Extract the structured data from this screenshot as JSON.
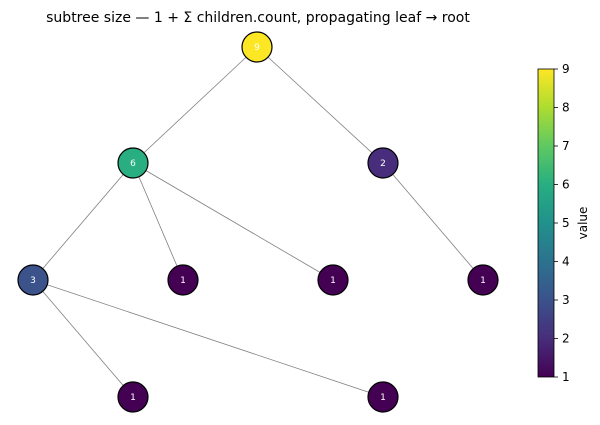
{
  "title": "subtree size — 1 + Σ children.count, propagating leaf → root",
  "colorbar": {
    "label": "value",
    "min": 1,
    "max": 9,
    "ticks": [
      1,
      2,
      3,
      4,
      5,
      6,
      7,
      8,
      9
    ],
    "colormap": "viridis"
  },
  "nodes": [
    {
      "id": "root",
      "value": 9,
      "label": "9"
    },
    {
      "id": "a",
      "value": 6,
      "label": "6"
    },
    {
      "id": "b",
      "value": 2,
      "label": "2"
    },
    {
      "id": "a1",
      "value": 3,
      "label": "3"
    },
    {
      "id": "a2",
      "value": 1,
      "label": "1"
    },
    {
      "id": "a3",
      "value": 1,
      "label": "1"
    },
    {
      "id": "b1",
      "value": 1,
      "label": "1"
    },
    {
      "id": "a1a",
      "value": 1,
      "label": "1"
    },
    {
      "id": "a1b",
      "value": 1,
      "label": "1"
    }
  ],
  "edges": [
    [
      "root",
      "a"
    ],
    [
      "root",
      "b"
    ],
    [
      "a",
      "a1"
    ],
    [
      "a",
      "a2"
    ],
    [
      "a",
      "a3"
    ],
    [
      "b",
      "b1"
    ],
    [
      "a1",
      "a1a"
    ],
    [
      "a1",
      "a1b"
    ]
  ]
}
